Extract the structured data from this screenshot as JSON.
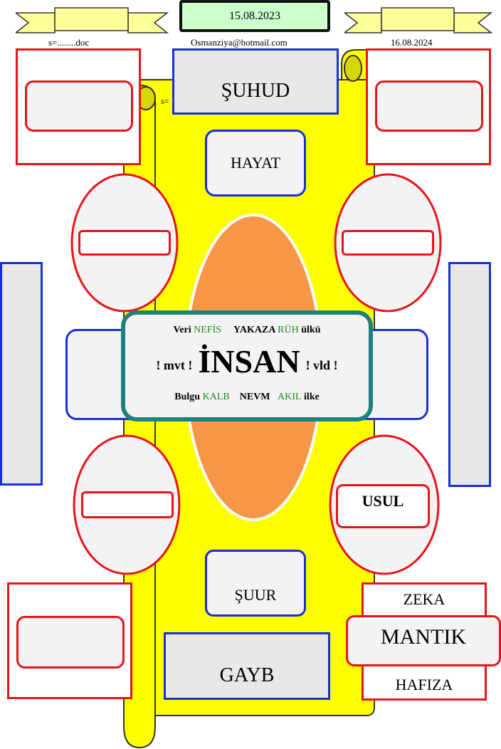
{
  "header": {
    "date_left": "15.08.2023",
    "file_label": "s=........doc",
    "email": "Osmanziya@hotmail.com",
    "date_right": "16.08.2024",
    "small_label": "s="
  },
  "boxes": {
    "suhud": "ŞUHUD",
    "hayat": "HAYAT",
    "suur": "ŞUUR",
    "gayb": "GAYB",
    "usul": "USUL",
    "zeka": "ZEKA",
    "mantik": "MANTIK",
    "hafiza": "HAFIZA"
  },
  "center": {
    "line1": {
      "a": "Veri",
      "b": "NEFİS",
      "c": "YAKAZA",
      "d": "RÜH",
      "e": "ülkü"
    },
    "line2": {
      "left": "! mvt !",
      "main": "İNSAN",
      "right": "! vld !"
    },
    "line3": {
      "a": "Bulgu",
      "b": "KALB",
      "c": "NEVM",
      "d": "AKIL",
      "e": "ilke"
    }
  },
  "colors": {
    "yellow": "#ffff00",
    "ribbon": "#ffff99",
    "orange": "#f79646",
    "teal": "#1f8080",
    "red": "#e8141a",
    "blue": "#1a2fd6",
    "green": "#1f8a1f",
    "date_box": "#ccffcc"
  }
}
